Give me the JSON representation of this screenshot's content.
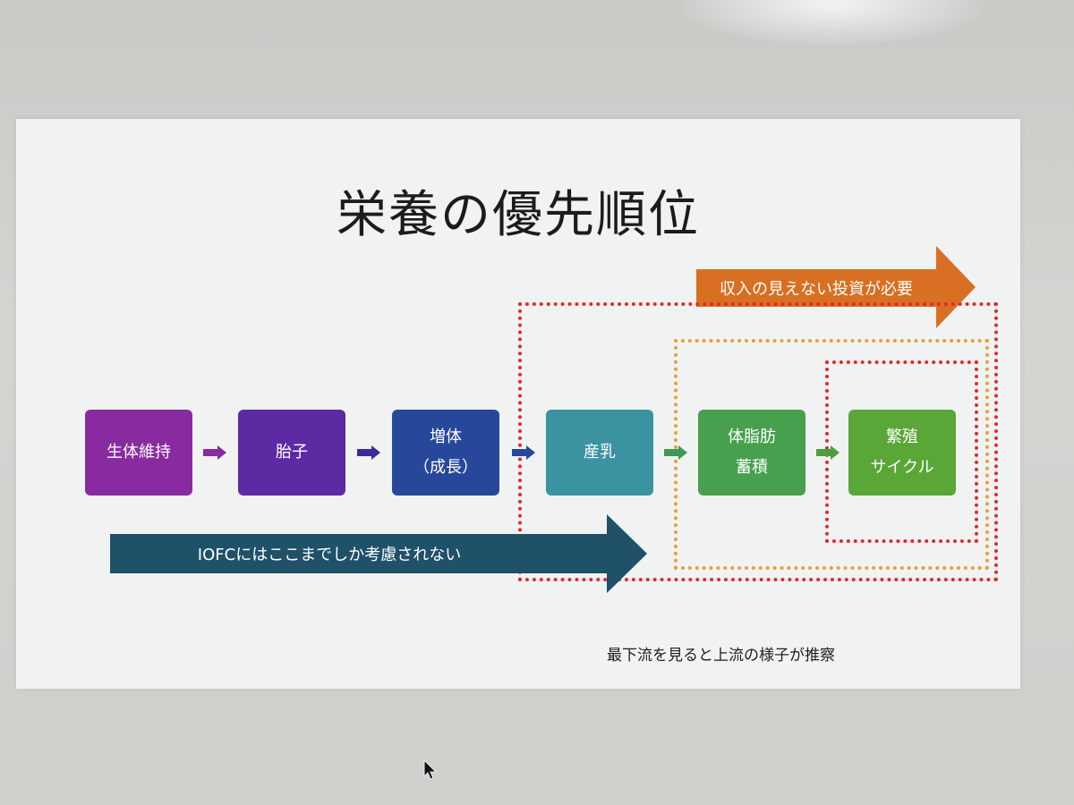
{
  "slide": {
    "title": "栄養の優先順位",
    "steps": [
      {
        "line1": "生体維持",
        "line2": "",
        "color": "#8a2aa0"
      },
      {
        "line1": "胎子",
        "line2": "",
        "color": "#5c2ba4"
      },
      {
        "line1": "増体",
        "line2": "（成長）",
        "color": "#27489a"
      },
      {
        "line1": "産乳",
        "line2": "",
        "color": "#3b93a2"
      },
      {
        "line1": "体脂肪",
        "line2": "蓄積",
        "color": "#47a04e"
      },
      {
        "line1": "繁殖",
        "line2": "サイクル",
        "color": "#5aa637"
      }
    ],
    "top_arrow_label": "収入の見えない投資が必要",
    "bottom_arrow_label": "IOFCにはここまでしか考慮されない",
    "footnote": "最下流を見ると上流の様子が推察",
    "colors": {
      "top_arrow": "#d86f22",
      "bottom_arrow": "#1f5169",
      "outer_dots": "#e02a2a",
      "middle_dots": "#e6a03c",
      "inner_dots": "#e02a2a"
    }
  }
}
